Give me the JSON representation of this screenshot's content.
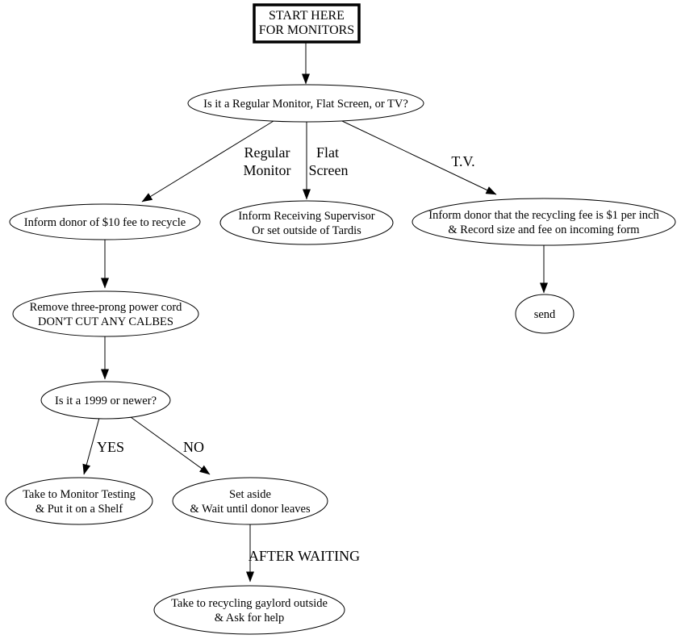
{
  "diagram": {
    "type": "flowchart",
    "background_color": "#ffffff",
    "line_color": "#000000",
    "text_color": "#000000"
  },
  "nodes": {
    "start": {
      "shape": "rect",
      "lines": [
        "START HERE",
        "FOR MONITORS"
      ]
    },
    "question_type": {
      "shape": "ellipse",
      "lines": [
        "Is it a Regular Monitor, Flat Screen, or TV?"
      ]
    },
    "inform_fee": {
      "shape": "ellipse",
      "lines": [
        "Inform donor of $10 fee to recycle"
      ]
    },
    "supervisor": {
      "shape": "ellipse",
      "lines": [
        "Inform Receiving Supervisor",
        "Or set outside of Tardis"
      ]
    },
    "tv_fee": {
      "shape": "ellipse",
      "lines": [
        "Inform donor that the recycling fee is $1 per inch",
        "& Record size and fee on incoming form"
      ]
    },
    "send": {
      "shape": "ellipse",
      "lines": [
        "send"
      ]
    },
    "remove_cord": {
      "shape": "ellipse",
      "lines": [
        "Remove three-prong power cord",
        "DON'T CUT ANY CALBES"
      ]
    },
    "year_check": {
      "shape": "ellipse",
      "lines": [
        "Is it a 1999 or newer?"
      ]
    },
    "monitor_testing": {
      "shape": "ellipse",
      "lines": [
        "Take to Monitor Testing",
        "& Put it on a Shelf"
      ]
    },
    "set_aside": {
      "shape": "ellipse",
      "lines": [
        "Set aside",
        "& Wait until donor leaves"
      ]
    },
    "recycling_gaylord": {
      "shape": "ellipse",
      "lines": [
        "Take to recycling gaylord outside",
        "& Ask for help"
      ]
    }
  },
  "edge_labels": {
    "regular_monitor": {
      "lines": [
        "Regular",
        "Monitor"
      ]
    },
    "flat_screen": {
      "lines": [
        "Flat",
        "Screen"
      ]
    },
    "tv": "T.V.",
    "yes": "YES",
    "no": "NO",
    "after_waiting": "AFTER WAITING"
  },
  "edges": [
    {
      "from": "start",
      "to": "question_type",
      "label": ""
    },
    {
      "from": "question_type",
      "to": "inform_fee",
      "label": "Regular Monitor"
    },
    {
      "from": "question_type",
      "to": "supervisor",
      "label": "Flat Screen"
    },
    {
      "from": "question_type",
      "to": "tv_fee",
      "label": "T.V."
    },
    {
      "from": "tv_fee",
      "to": "send",
      "label": ""
    },
    {
      "from": "inform_fee",
      "to": "remove_cord",
      "label": ""
    },
    {
      "from": "remove_cord",
      "to": "year_check",
      "label": ""
    },
    {
      "from": "year_check",
      "to": "monitor_testing",
      "label": "YES"
    },
    {
      "from": "year_check",
      "to": "set_aside",
      "label": "NO"
    },
    {
      "from": "set_aside",
      "to": "recycling_gaylord",
      "label": "AFTER WAITING"
    }
  ]
}
